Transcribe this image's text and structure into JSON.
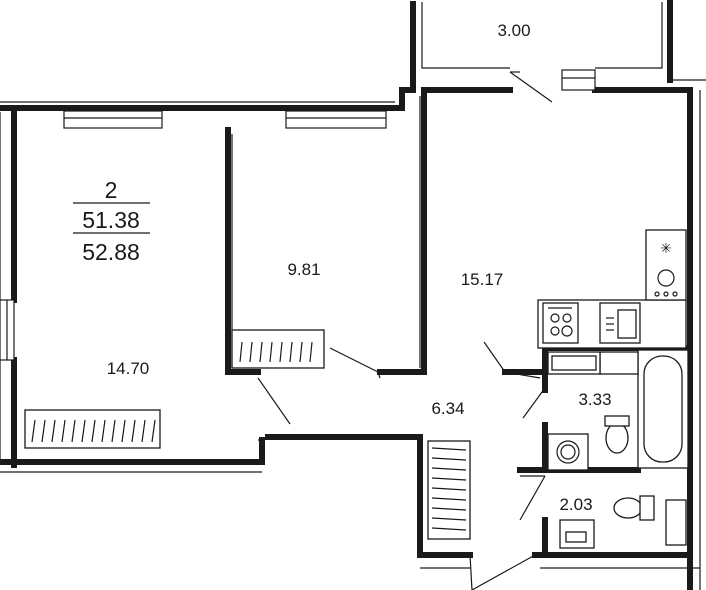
{
  "apartment": {
    "rooms_count": "2",
    "living_area": "51.38",
    "total_area": "52.88"
  },
  "rooms": {
    "bedroom": "14.70",
    "second_room": "9.81",
    "kitchen_living": "15.17",
    "hallway": "6.34",
    "bathroom": "3.33",
    "toilet": "2.03",
    "balcony": "3.00"
  },
  "icons": {
    "fan": "snowflake-icon",
    "hob": "stove-icon",
    "sink": "sink-icon"
  }
}
